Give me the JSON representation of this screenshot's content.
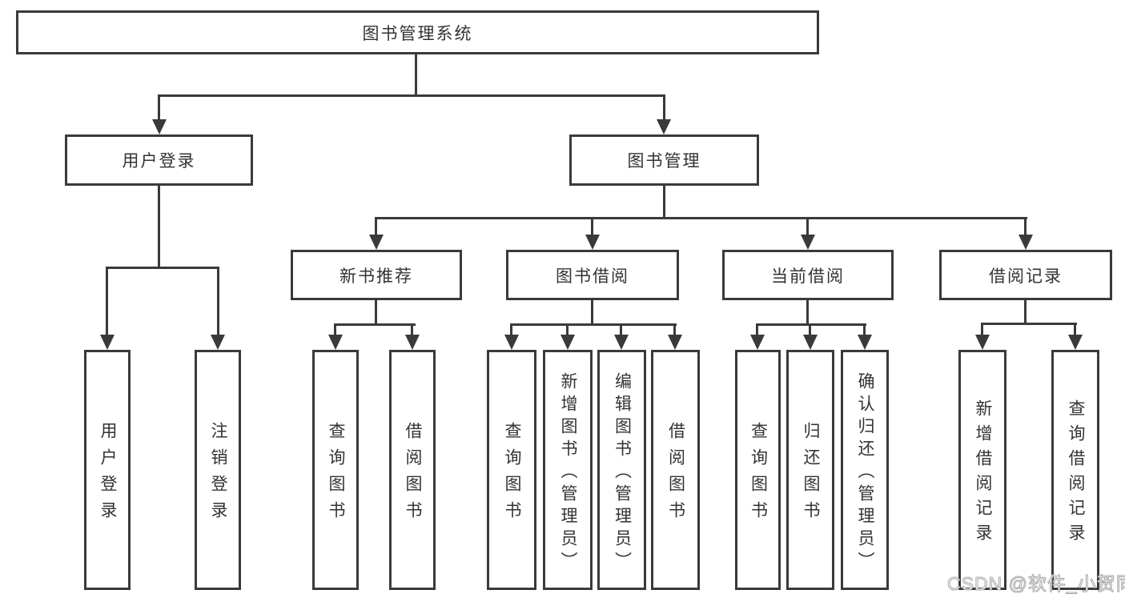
{
  "tree": {
    "root": {
      "label": "图书管理系统"
    },
    "user_login": {
      "label": "用户登录",
      "children": [
        {
          "label": "用户登录"
        },
        {
          "label": "注销登录"
        }
      ]
    },
    "book_mgmt": {
      "label": "图书管理",
      "children": [
        {
          "label": "新书推荐",
          "children": [
            {
              "label": "查询图书"
            },
            {
              "label": "借阅图书"
            }
          ]
        },
        {
          "label": "图书借阅",
          "children": [
            {
              "label": "查询图书"
            },
            {
              "label": "新增图书（管理员）"
            },
            {
              "label": "编辑图书（管理员）"
            },
            {
              "label": "借阅图书"
            }
          ]
        },
        {
          "label": "当前借阅",
          "children": [
            {
              "label": "查询图书"
            },
            {
              "label": "归还图书"
            },
            {
              "label": "确认归还（管理员）"
            }
          ]
        },
        {
          "label": "借阅记录",
          "children": [
            {
              "label": "新增借阅记录"
            },
            {
              "label": "查询借阅记录"
            }
          ]
        }
      ]
    }
  },
  "watermark": {
    "text": "CSDN @软件_小贺同学"
  },
  "colors": {
    "line": "#3a3a3a",
    "text": "#333333",
    "background": "#ffffff",
    "watermark": "#c8c8c8"
  }
}
